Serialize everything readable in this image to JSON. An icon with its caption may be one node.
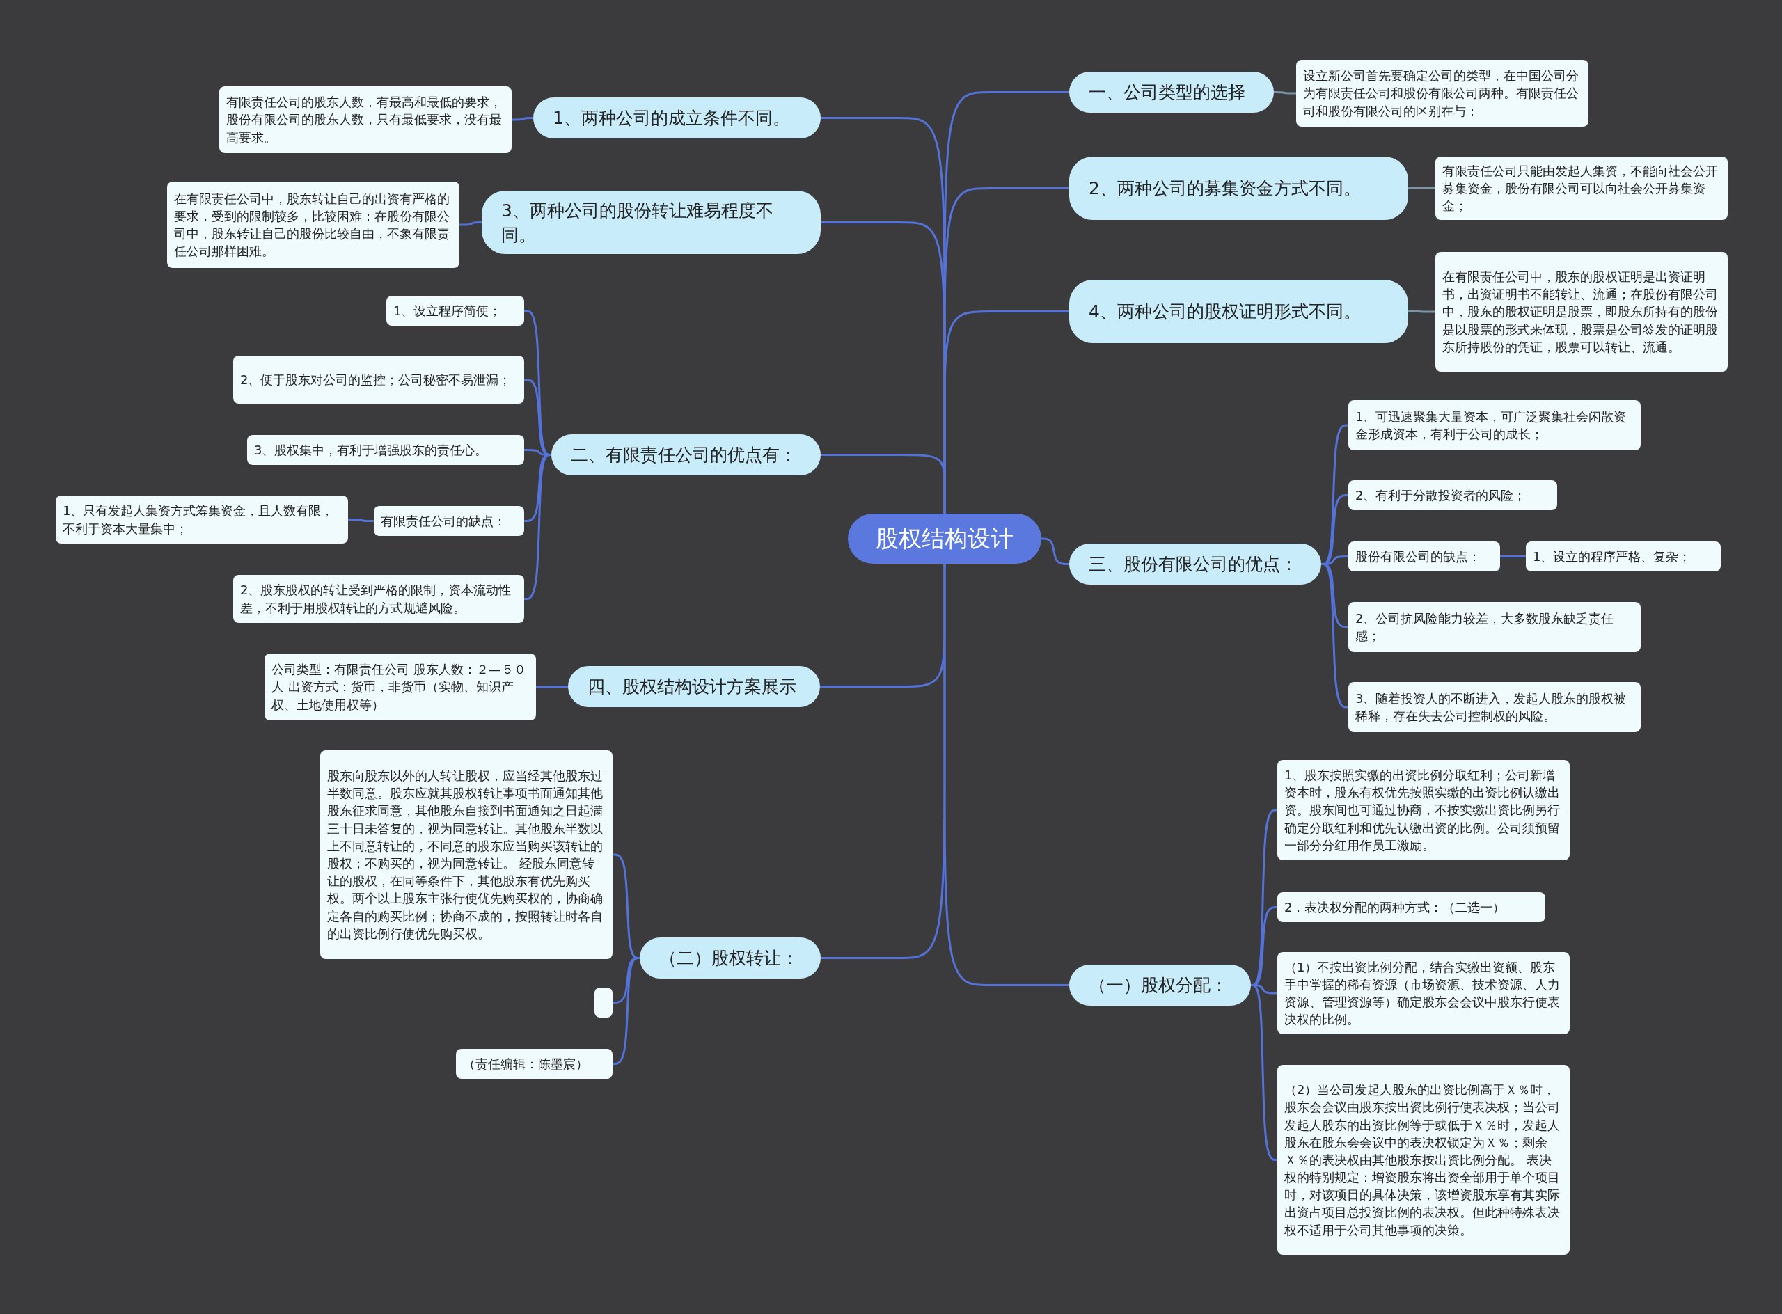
{
  "diagram": {
    "nodes": [
      {
        "text": [
          "股权结构设计"
        ]
      },
      {
        "text": [
          "一、公司类型的选择"
        ]
      },
      {
        "text": [
          "设立新公司首先要确定公司的类型，在中国公司分为有限责任公司和股份有限公司两种。有限责任公司和股份有限公司的区别在与："
        ]
      },
      {
        "text": [
          "2、两种公司的募集资金方式不同。"
        ]
      },
      {
        "text": [
          "有限责任公司只能由发起人集资，不能向社会公开募集资金，股份有限公司可以向社会公开募集资金；"
        ]
      },
      {
        "text": [
          "4、两种公司的股权证明形式不同。"
        ]
      },
      {
        "text": [
          "在有限责任公司中，股东的股权证明是出资证明书，出资证明书不能转让、流通；在股份有限公司中，股东的股权证明是股票，即股东所持有的股份是以股票的形式来体现，股票是公司签发的证明股东所持股份的凭证，股票可以转让、流通。"
        ]
      },
      {
        "text": [
          "三、股份有限公司的优点："
        ]
      },
      {
        "text": [
          "1、可迅速聚集大量资本，可广泛聚集社会闲散资金形成资本，有利于公司的成长；"
        ]
      },
      {
        "text": [
          "2、有利于分散投资者的风险；"
        ]
      },
      {
        "text": [
          "股份有限公司的缺点："
        ]
      },
      {
        "text": [
          "1、设立的程序严格、复杂；"
        ]
      },
      {
        "text": [
          "2、公司抗风险能力较差，大多数股东缺乏责任感；"
        ]
      },
      {
        "text": [
          "3、随着投资人的不断进入，发起人股东的股权被稀释，存在失去公司控制权的风险。"
        ]
      },
      {
        "text": [
          "（一）股权分配："
        ]
      },
      {
        "text": [
          "1、股东按照实缴的出资比例分取红利；公司新增资本时，股东有权优先按照实缴的出资比例认缴出资。股东间也可通过协商，不按实缴出资比例另行确定分取红利和优先认缴出资的比例。公司须预留一部分分红用作员工激励。"
        ]
      },
      {
        "text": [
          "2．表决权分配的两种方式：（二选一）"
        ]
      },
      {
        "text": [
          "（1）不按出资比例分配，结合实缴出资额、股东手中掌握的稀有资源（市场资源、技术资源、人力资源、管理资源等）确定股东会会议中股东行使表决权的比例。"
        ]
      },
      {
        "text": [
          "（2）当公司发起人股东的出资比例高于Ｘ％时，股东会会议由股东按出资比例行使表决权；当公司发起人股东的出资比例等于或低于Ｘ％时，发起人股东在股东会会议中的表决权锁定为Ｘ％；剩余Ｘ％的表决权由其他股东按出资比例分配。 表决权的特别规定：增资股东将出资全部用于单个项目时，对该项目的具体决策，该增资股东享有其实际出资占项目总投资比例的表决权。但此种特殊表决权不适用于公司其他事项的决策。"
        ]
      },
      {
        "text": [
          "1、两种公司的成立条件不同。"
        ]
      },
      {
        "text": [
          "有限责任公司的股东人数，有最高和最低的要求，股份有限公司的股东人数，只有最低要求，没有最高要求。"
        ]
      },
      {
        "text": [
          "3、两种公司的股份转让难易程度不同。"
        ]
      },
      {
        "text": [
          "在有限责任公司中，股东转让自己的出资有严格的要求，受到的限制较多，比较困难；在股份有限公司中，股东转让自己的股份比较自由，不象有限责任公司那样困难。"
        ]
      },
      {
        "text": [
          "二、有限责任公司的优点有："
        ]
      },
      {
        "text": [
          "1、设立程序简便；"
        ]
      },
      {
        "text": [
          "2、便于股东对公司的监控；公司秘密不易泄漏；"
        ]
      },
      {
        "text": [
          "3、股权集中，有利于增强股东的责任心。"
        ]
      },
      {
        "text": [
          "有限责任公司的缺点："
        ]
      },
      {
        "text": [
          "1、只有发起人集资方式筹集资金，且人数有限，不利于资本大量集中；"
        ]
      },
      {
        "text": [
          "2、股东股权的转让受到严格的限制，资本流动性差，不利于用股权转让的方式规避风险。"
        ]
      },
      {
        "text": [
          "四、股权结构设计方案展示"
        ]
      },
      {
        "text": [
          "公司类型：有限责任公司 股东人数：２—５０人 出资方式：货币，非货币（实物、知识产权、土地使用权等）"
        ]
      },
      {
        "text": [
          "（二）股权转让："
        ]
      },
      {
        "text": [
          "股东向股东以外的人转让股权，应当经其他股东过半数同意。股东应就其股权转让事项书面通知其他股东征求同意，其他股东自接到书面通知之日起满三十日未答复的，视为同意转让。其他股东半数以上不同意转让的，不同意的股东应当购买该转让的股权；不购买的，视为同意转让。 经股东同意转让的股权，在同等条件下，其他股东有优先购买权。两个以上股东主张行使优先购买权的，协商确定各自的购买比例；协商不成的，按照转让时各自的出资比例行使优先购买权。"
        ]
      },
      {
        "text": [],
        "shape": "box"
      },
      {
        "text": [
          "（责任编辑：陈墨宸）"
        ]
      }
    ],
    "edges": [
      {
        "from": 0,
        "to": 1,
        "arrow": "none"
      },
      {
        "from": 0,
        "to": 3,
        "arrow": "none"
      },
      {
        "from": 0,
        "to": 5,
        "arrow": "none"
      },
      {
        "from": 0,
        "to": 7,
        "arrow": "none"
      },
      {
        "from": 0,
        "to": 14,
        "arrow": "none"
      },
      {
        "from": 0,
        "to": 19,
        "arrow": "none"
      },
      {
        "from": 0,
        "to": 21,
        "arrow": "none"
      },
      {
        "from": 0,
        "to": 23,
        "arrow": "none"
      },
      {
        "from": 0,
        "to": 30,
        "arrow": "none"
      },
      {
        "from": 0,
        "to": 32,
        "arrow": "none"
      },
      {
        "from": 1,
        "to": 2,
        "arrow": "none",
        "color": "#7d93a6"
      },
      {
        "from": 3,
        "to": 4,
        "arrow": "none",
        "color": "#7d93a6"
      },
      {
        "from": 5,
        "to": 6,
        "arrow": "none",
        "color": "#7d93a6"
      },
      {
        "from": 7,
        "to": 8,
        "arrow": "none"
      },
      {
        "from": 7,
        "to": 9,
        "arrow": "none"
      },
      {
        "from": 7,
        "to": 10,
        "arrow": "none"
      },
      {
        "from": 7,
        "to": 12,
        "arrow": "none"
      },
      {
        "from": 7,
        "to": 13,
        "arrow": "none"
      },
      {
        "from": 10,
        "to": 11,
        "arrow": "none"
      },
      {
        "from": 14,
        "to": 15,
        "arrow": "none"
      },
      {
        "from": 14,
        "to": 16,
        "arrow": "none"
      },
      {
        "from": 14,
        "to": 17,
        "arrow": "none"
      },
      {
        "from": 14,
        "to": 18,
        "arrow": "none"
      },
      {
        "from": 19,
        "to": 20,
        "arrow": "none"
      },
      {
        "from": 21,
        "to": 22,
        "arrow": "none"
      },
      {
        "from": 23,
        "to": 24,
        "arrow": "none"
      },
      {
        "from": 23,
        "to": 25,
        "arrow": "none"
      },
      {
        "from": 23,
        "to": 26,
        "arrow": "none"
      },
      {
        "from": 23,
        "to": 27,
        "arrow": "none"
      },
      {
        "from": 23,
        "to": 29,
        "arrow": "none"
      },
      {
        "from": 27,
        "to": 28,
        "arrow": "none"
      },
      {
        "from": 30,
        "to": 31,
        "arrow": "none"
      },
      {
        "from": 32,
        "to": 33,
        "arrow": "none"
      },
      {
        "from": 32,
        "to": 34,
        "arrow": "none"
      },
      {
        "from": 32,
        "to": 35,
        "arrow": "none"
      }
    ]
  }
}
